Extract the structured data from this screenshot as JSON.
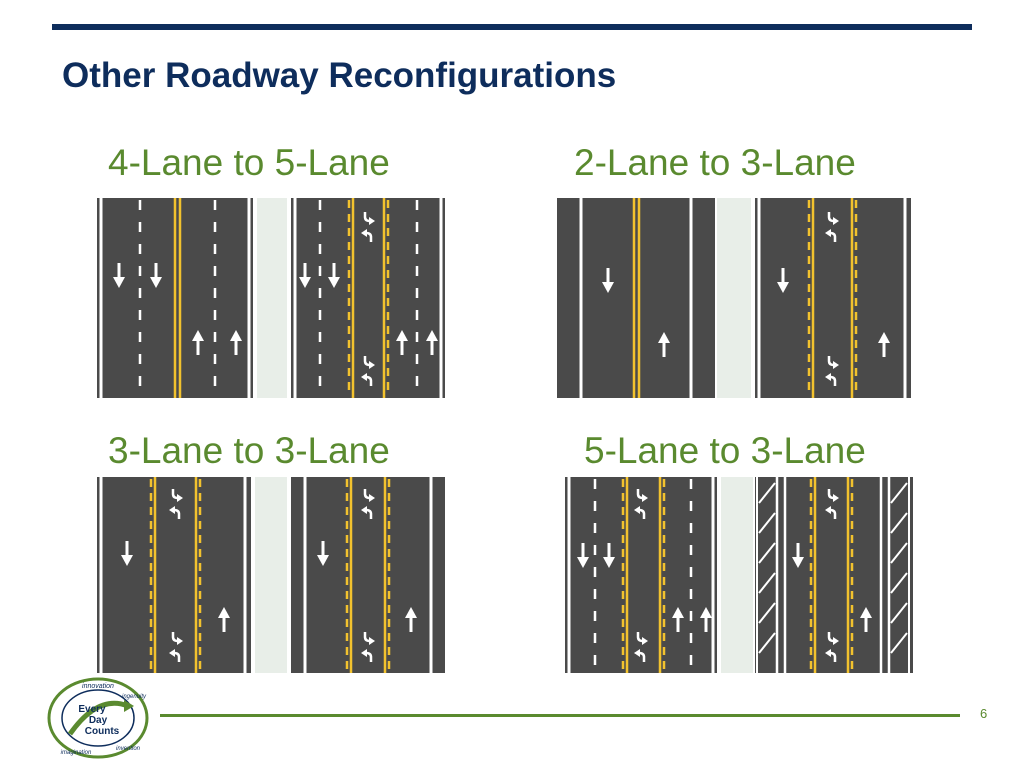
{
  "slide": {
    "title": "Other Roadway Reconfigurations",
    "page_number": "6",
    "colors": {
      "title": "#0e2d5c",
      "heading": "#5a8a2f",
      "asphalt": "#4a4a4a",
      "centerline": "#f2c22e",
      "median": "#e8eee8"
    }
  },
  "panels": [
    {
      "heading": "4-Lane to 5-Lane"
    },
    {
      "heading": "2-Lane to 3-Lane"
    },
    {
      "heading": "3-Lane to 3-Lane"
    },
    {
      "heading": "5-Lane to 3-Lane"
    }
  ],
  "logo": {
    "lines": [
      "Every",
      "Day",
      "Counts"
    ],
    "ring_words": [
      "innovation",
      "ingenuity",
      "imagination",
      "invention"
    ]
  }
}
